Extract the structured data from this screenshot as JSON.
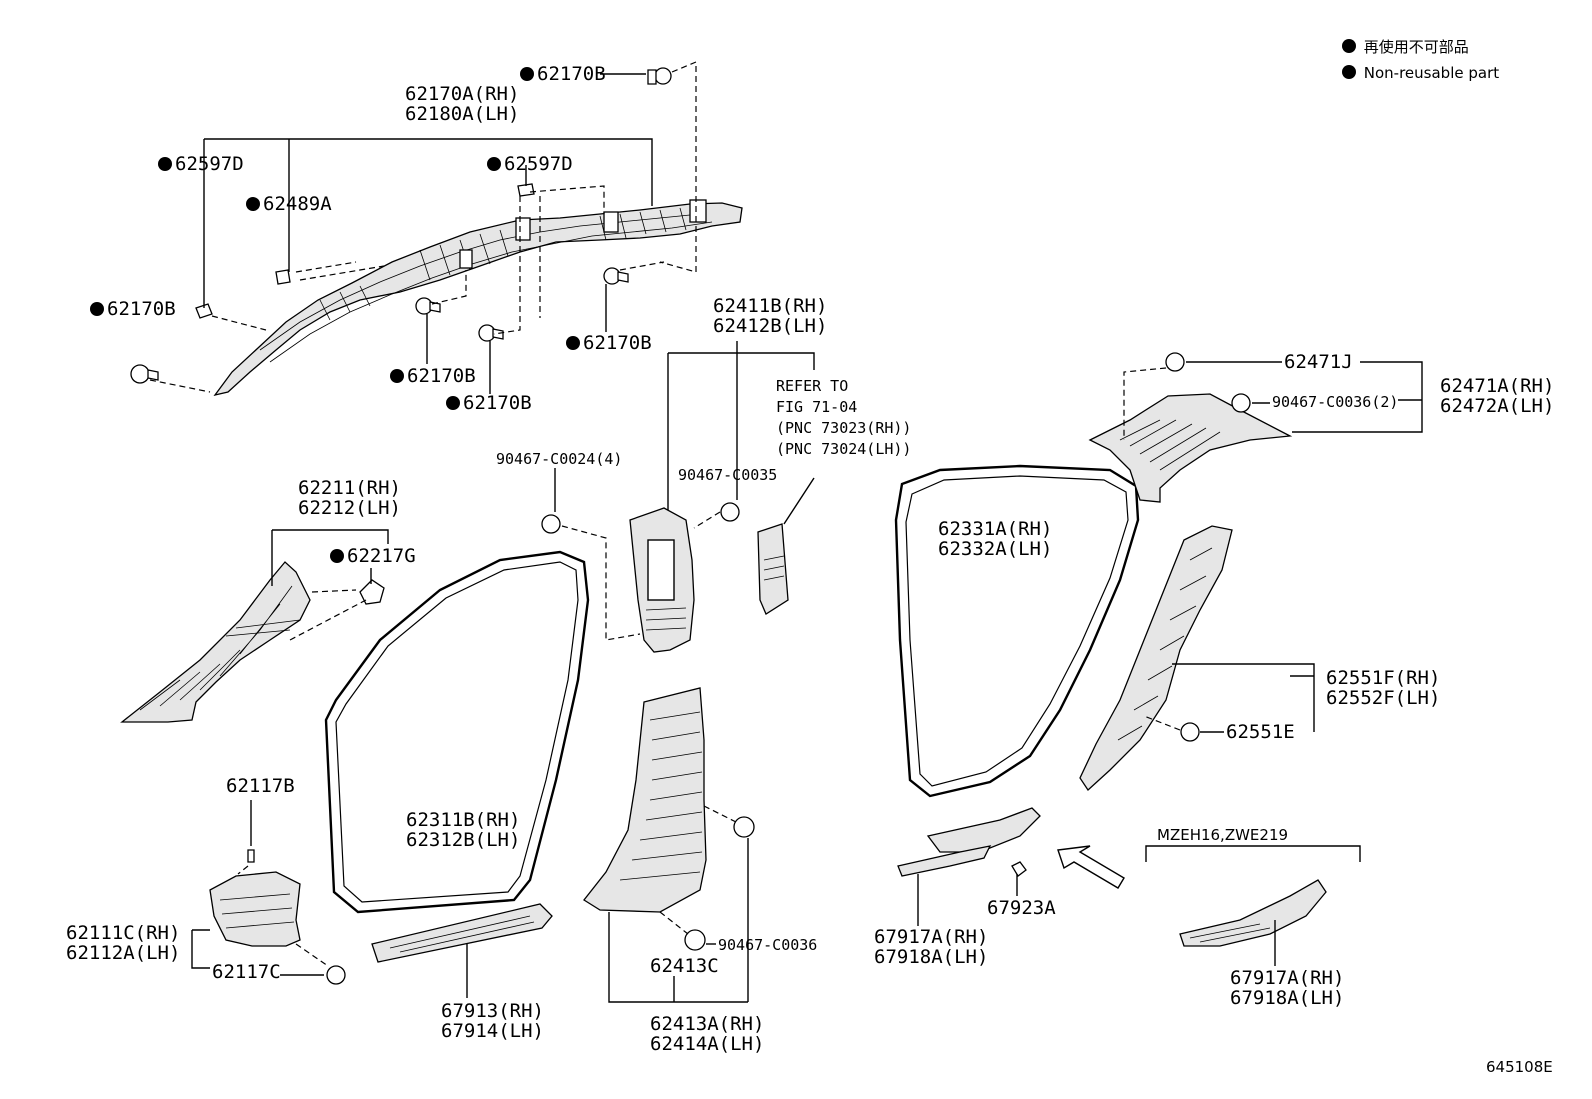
{
  "legend": {
    "items": [
      {
        "text": "再使用不可部品"
      },
      {
        "text": "Non-reusable part"
      }
    ]
  },
  "figure_number": "645108E",
  "callouts": [
    {
      "id": "c1",
      "lines": [
        "62170B"
      ],
      "nonreusable": true
    },
    {
      "id": "c2",
      "lines": [
        "62170A(RH)",
        "62180A(LH)"
      ],
      "nonreusable": false
    },
    {
      "id": "c3",
      "lines": [
        "62597D"
      ],
      "nonreusable": true
    },
    {
      "id": "c4",
      "lines": [
        "62597D"
      ],
      "nonreusable": true
    },
    {
      "id": "c5",
      "lines": [
        "62489A"
      ],
      "nonreusable": true
    },
    {
      "id": "c6",
      "lines": [
        "62170B"
      ],
      "nonreusable": true
    },
    {
      "id": "c7",
      "lines": [
        "62170B"
      ],
      "nonreusable": true
    },
    {
      "id": "c8",
      "lines": [
        "62170B"
      ],
      "nonreusable": true
    },
    {
      "id": "c9",
      "lines": [
        "62170B"
      ],
      "nonreusable": true
    },
    {
      "id": "c10",
      "lines": [
        "62411B(RH)",
        "62412B(LH)"
      ],
      "nonreusable": false
    },
    {
      "id": "c11",
      "lines": [
        "REFER TO",
        "FIG 71-04",
        "(PNC 73023(RH))",
        "(PNC 73024(LH))"
      ],
      "nonreusable": false
    },
    {
      "id": "c12",
      "lines": [
        "90467-C0024(4)"
      ],
      "nonreusable": false
    },
    {
      "id": "c13",
      "lines": [
        "90467-C0035"
      ],
      "nonreusable": false
    },
    {
      "id": "c14",
      "lines": [
        "62471J"
      ],
      "nonreusable": false
    },
    {
      "id": "c15",
      "lines": [
        "90467-C0036(2)"
      ],
      "nonreusable": false
    },
    {
      "id": "c16",
      "lines": [
        "62471A(RH)",
        "62472A(LH)"
      ],
      "nonreusable": false
    },
    {
      "id": "c17",
      "lines": [
        "62211(RH)",
        "62212(LH)"
      ],
      "nonreusable": false
    },
    {
      "id": "c18",
      "lines": [
        "62217G"
      ],
      "nonreusable": true
    },
    {
      "id": "c19",
      "lines": [
        "62331A(RH)",
        "62332A(LH)"
      ],
      "nonreusable": false
    },
    {
      "id": "c20",
      "lines": [
        "62551F(RH)",
        "62552F(LH)"
      ],
      "nonreusable": false
    },
    {
      "id": "c21",
      "lines": [
        "62551E"
      ],
      "nonreusable": false
    },
    {
      "id": "c22",
      "lines": [
        "62117B"
      ],
      "nonreusable": false
    },
    {
      "id": "c23",
      "lines": [
        "62311B(RH)",
        "62312B(LH)"
      ],
      "nonreusable": false
    },
    {
      "id": "c24",
      "lines": [
        "62111C(RH)",
        "62112A(LH)"
      ],
      "nonreusable": false
    },
    {
      "id": "c25",
      "lines": [
        "62117C"
      ],
      "nonreusable": false
    },
    {
      "id": "c26",
      "lines": [
        "67913(RH)",
        "67914(LH)"
      ],
      "nonreusable": false
    },
    {
      "id": "c27",
      "lines": [
        "90467-C0036"
      ],
      "nonreusable": false
    },
    {
      "id": "c28",
      "lines": [
        "62413C"
      ],
      "nonreusable": false
    },
    {
      "id": "c29",
      "lines": [
        "62413A(RH)",
        "62414A(LH)"
      ],
      "nonreusable": false
    },
    {
      "id": "c30",
      "lines": [
        "67917A(RH)",
        "67918A(LH)"
      ],
      "nonreusable": false
    },
    {
      "id": "c31",
      "lines": [
        "67923A"
      ],
      "nonreusable": false
    },
    {
      "id": "c32",
      "lines": [
        "MZEH16,ZWE219"
      ],
      "nonreusable": false
    },
    {
      "id": "c33",
      "lines": [
        "67917A(RH)",
        "67918A(LH)"
      ],
      "nonreusable": false
    }
  ]
}
